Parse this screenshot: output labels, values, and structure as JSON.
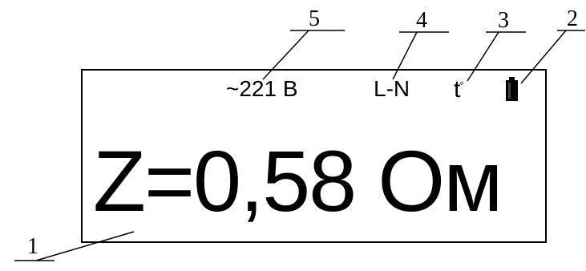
{
  "display": {
    "voltage": "~221 В",
    "line_mode": "L-N",
    "temperature_symbol": "t",
    "temperature_degree": "°",
    "battery_icon": "battery-icon",
    "reading": "Z=0,58 Ом"
  },
  "callouts": {
    "c1": "1",
    "c2": "2",
    "c3": "3",
    "c4": "4",
    "c5": "5"
  }
}
